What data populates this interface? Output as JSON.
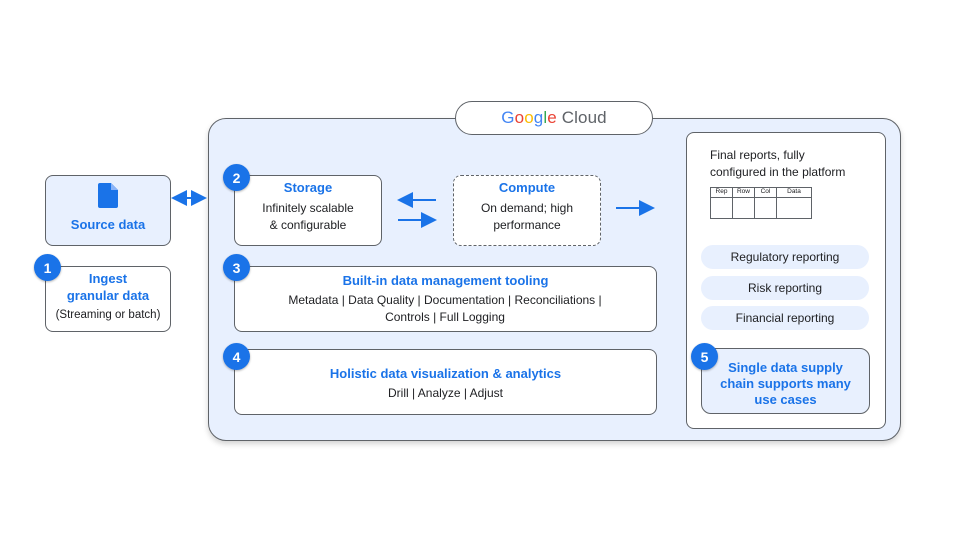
{
  "cloud": {
    "brand_letters": [
      "G",
      "o",
      "o",
      "g",
      "l",
      "e"
    ],
    "product": "Cloud"
  },
  "source": {
    "label": "Source data",
    "icon": "document-icon"
  },
  "ingest": {
    "number": "1",
    "title_line1": "Ingest",
    "title_line2": "granular data",
    "subtitle": "(Streaming or batch)"
  },
  "storage": {
    "number": "2",
    "title": "Storage",
    "desc_line1": "Infinitely scalable",
    "desc_line2": "& configurable"
  },
  "compute": {
    "title": "Compute",
    "desc_line1": "On demand; high",
    "desc_line2": "performance"
  },
  "tooling": {
    "number": "3",
    "title": "Built-in data management tooling",
    "desc_line1": "Metadata | Data Quality | Documentation | Reconciliations |",
    "desc_line2": "Controls | Full Logging"
  },
  "viz": {
    "number": "4",
    "title": "Holistic data visualization & analytics",
    "desc": "Drill | Analyze | Adjust"
  },
  "reports": {
    "title_line1": "Final reports, fully",
    "title_line2": "configured in the platform",
    "table_headers": [
      "Rep",
      "Row",
      "Col",
      "Data"
    ],
    "pills": [
      "Regulatory reporting",
      "Risk reporting",
      "Financial reporting"
    ]
  },
  "supply": {
    "number": "5",
    "line1": "Single data supply",
    "line2": "chain supports many",
    "line3": "use cases"
  },
  "colors": {
    "accent": "#1a73e8",
    "panel": "#e8f0fe",
    "border": "#5f6368"
  }
}
